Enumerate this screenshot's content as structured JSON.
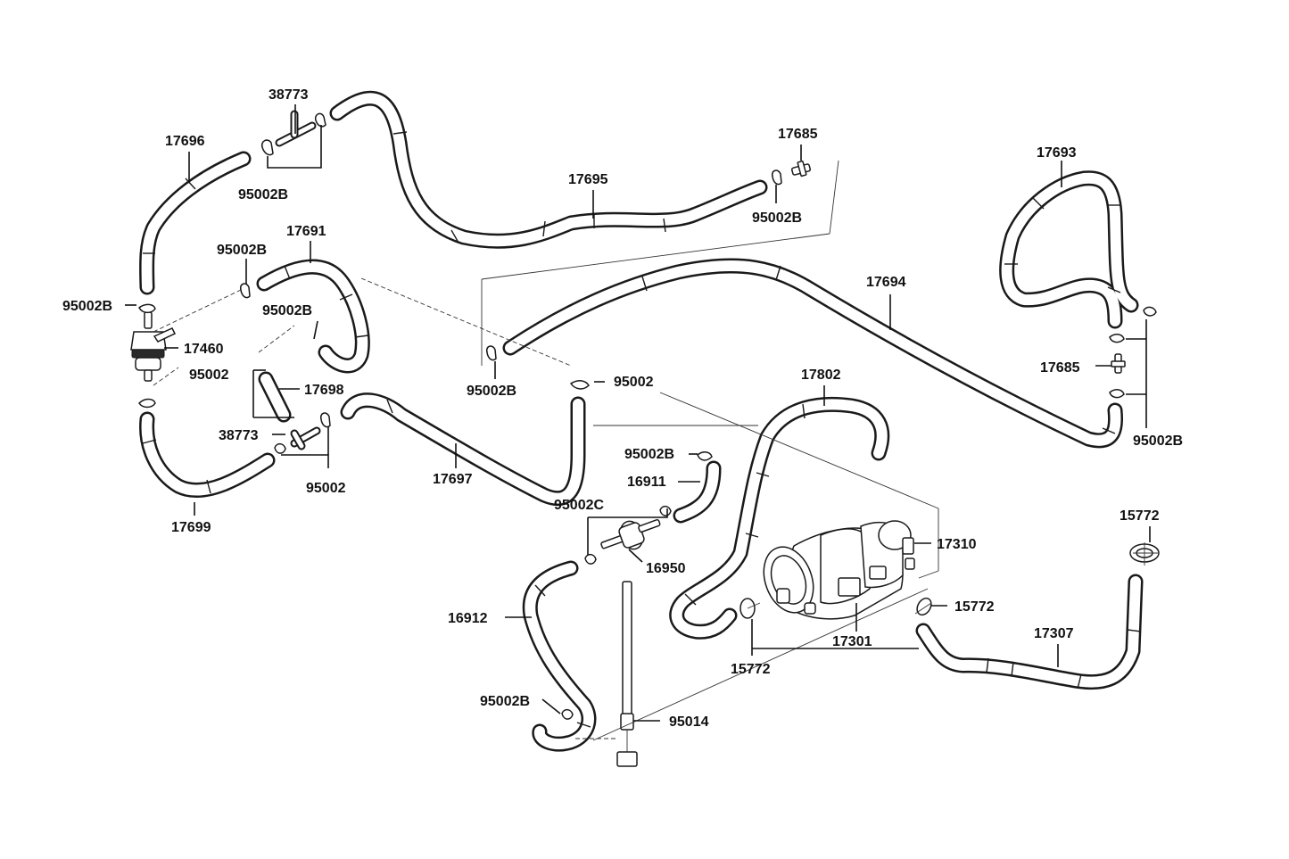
{
  "colors": {
    "line": "#1a1a1a",
    "background": "#ffffff"
  },
  "callouts": [
    {
      "id": "c1",
      "text": "38773"
    },
    {
      "id": "c2",
      "text": "17696"
    },
    {
      "id": "c3",
      "text": "95002B"
    },
    {
      "id": "c4",
      "text": "17685"
    },
    {
      "id": "c5",
      "text": "17695"
    },
    {
      "id": "c6",
      "text": "95002B"
    },
    {
      "id": "c7",
      "text": "17693"
    },
    {
      "id": "c8",
      "text": "17691"
    },
    {
      "id": "c9",
      "text": "95002B"
    },
    {
      "id": "c10",
      "text": "17694"
    },
    {
      "id": "c11",
      "text": "95002B"
    },
    {
      "id": "c12",
      "text": "95002B"
    },
    {
      "id": "c13",
      "text": "17460"
    },
    {
      "id": "c14",
      "text": "95002"
    },
    {
      "id": "c15",
      "text": "17698"
    },
    {
      "id": "c16",
      "text": "17685"
    },
    {
      "id": "c17",
      "text": "95002B"
    },
    {
      "id": "c18",
      "text": "95002"
    },
    {
      "id": "c19",
      "text": "17802"
    },
    {
      "id": "c20",
      "text": "38773"
    },
    {
      "id": "c21",
      "text": "95002B"
    },
    {
      "id": "c22",
      "text": "95002"
    },
    {
      "id": "c23",
      "text": "17697"
    },
    {
      "id": "c24",
      "text": "95002B"
    },
    {
      "id": "c25",
      "text": "16911"
    },
    {
      "id": "c26",
      "text": "17699"
    },
    {
      "id": "c27",
      "text": "95002C"
    },
    {
      "id": "c28",
      "text": "15772"
    },
    {
      "id": "c29",
      "text": "17310"
    },
    {
      "id": "c30",
      "text": "16950"
    },
    {
      "id": "c31",
      "text": "16912"
    },
    {
      "id": "c32",
      "text": "15772"
    },
    {
      "id": "c33",
      "text": "17307"
    },
    {
      "id": "c34",
      "text": "17301"
    },
    {
      "id": "c35",
      "text": "15772"
    },
    {
      "id": "c36",
      "text": "95002B"
    },
    {
      "id": "c37",
      "text": "95014"
    }
  ]
}
